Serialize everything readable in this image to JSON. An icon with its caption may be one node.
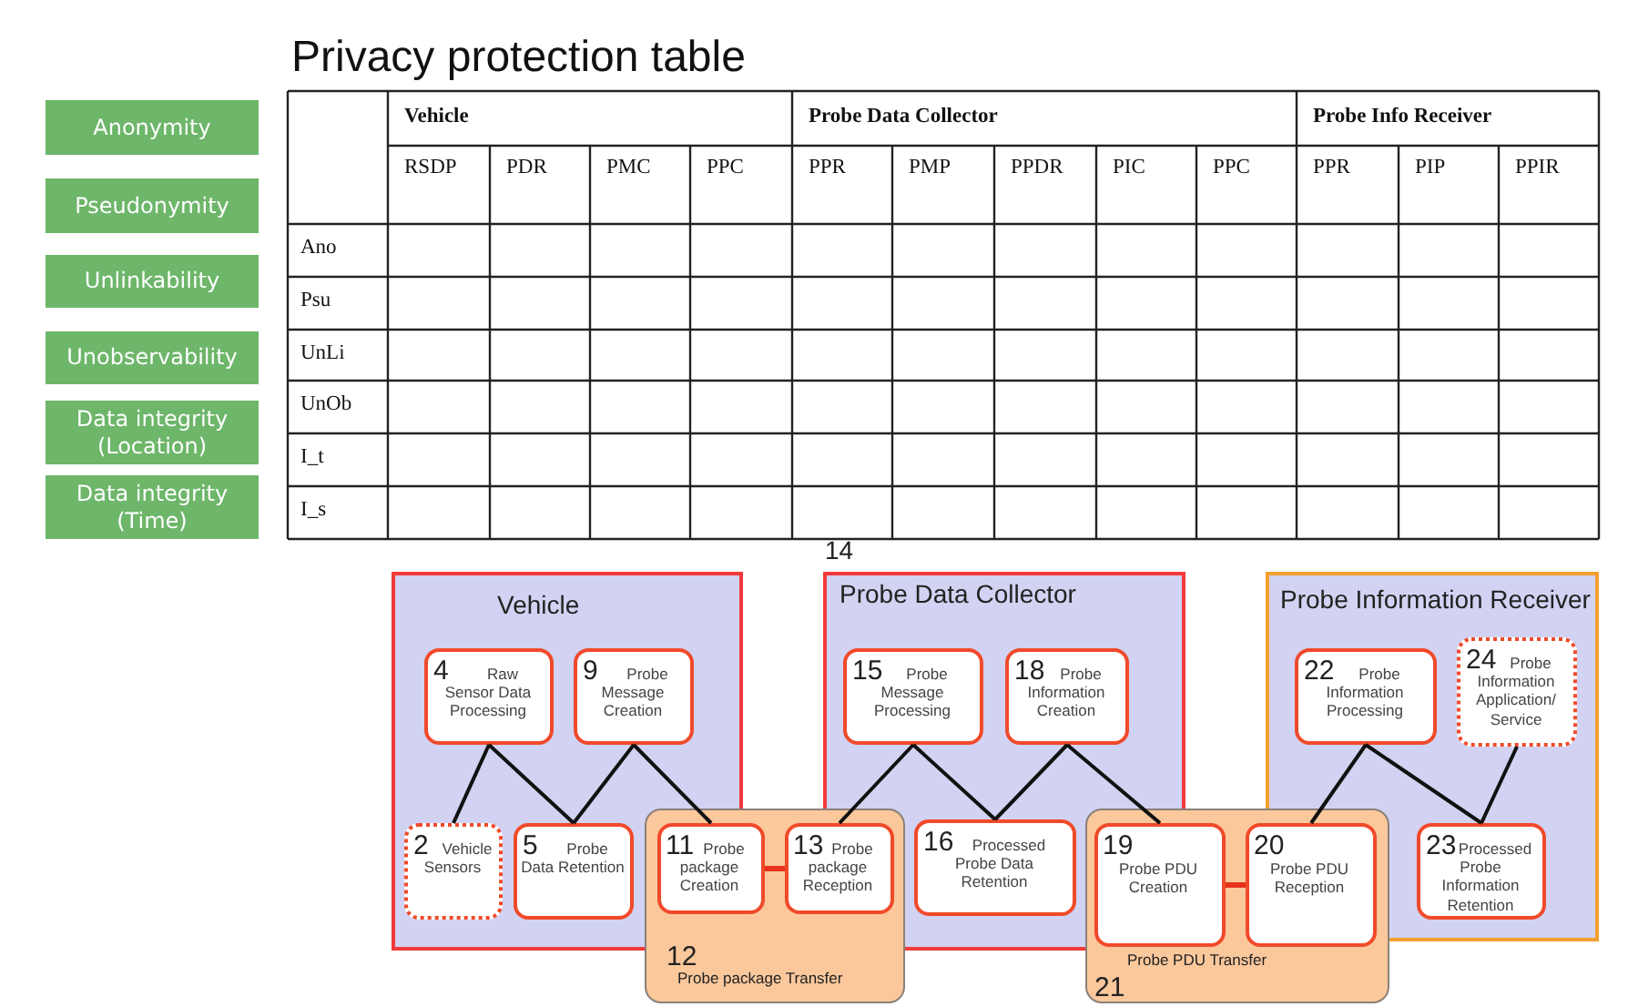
{
  "diagram": {
    "title": "Privacy protection table",
    "nodes": [
      {
        "text": [
          "Anonymity"
        ]
      },
      {
        "text": [
          "Pseudonymity"
        ]
      },
      {
        "text": [
          "Unlinkability"
        ]
      },
      {
        "text": [
          "Unobservability"
        ]
      },
      {
        "text": [
          "Data integrity (Location)"
        ]
      },
      {
        "text": [
          "Data integrity (Time)"
        ]
      },
      {
        "text": [
          "Vehicle"
        ]
      },
      {
        "text": [
          "4",
          "Raw Sensor Data Processing"
        ],
        "in": 6
      },
      {
        "text": [
          "9",
          "Probe Message Creation"
        ],
        "in": 6
      },
      {
        "text": [
          "2",
          "Vehicle Sensors"
        ],
        "in": 6
      },
      {
        "text": [
          "5",
          "Probe Data Retention"
        ],
        "in": 6
      },
      {
        "text": [
          "14",
          "Probe Data Collector"
        ]
      },
      {
        "text": [
          "15",
          "Probe Message Processing"
        ],
        "in": 11
      },
      {
        "text": [
          "18",
          "Probe Information Creation"
        ],
        "in": 11
      },
      {
        "text": [
          "16",
          "Processed Probe Data Retention"
        ],
        "in": 11
      },
      {
        "text": [
          "Probe Information Receiver"
        ]
      },
      {
        "text": [
          "22",
          "Probe Information Processing"
        ],
        "in": 15
      },
      {
        "text": [
          "24",
          "Probe Information Application/ Service"
        ],
        "in": 15
      },
      {
        "text": [
          "23",
          "Processed Probe Information Retention"
        ],
        "in": 15
      },
      {
        "text": [
          "12",
          "Probe package Transfer"
        ]
      },
      {
        "text": [
          "11",
          "Probe package Creation"
        ],
        "in": 19
      },
      {
        "text": [
          "13",
          "Probe package Reception"
        ],
        "in": 19
      },
      {
        "text": [
          "Probe PDU Transfer",
          "21"
        ]
      },
      {
        "text": [
          "19",
          "Probe PDU Creation"
        ],
        "in": 22
      },
      {
        "text": [
          "20",
          "Probe PDU Reception"
        ],
        "in": 22
      }
    ],
    "edges": [
      {
        "from": 7,
        "to": 9,
        "arrow": "none"
      },
      {
        "from": 7,
        "to": 10,
        "arrow": "none"
      },
      {
        "from": 8,
        "to": 10,
        "arrow": "none"
      },
      {
        "from": 8,
        "to": 20,
        "arrow": "none"
      },
      {
        "from": 20,
        "to": 21,
        "arrow": "none",
        "color": "#e8331c"
      },
      {
        "from": 12,
        "to": 21,
        "arrow": "none"
      },
      {
        "from": 12,
        "to": 14,
        "arrow": "none"
      },
      {
        "from": 13,
        "to": 14,
        "arrow": "none"
      },
      {
        "from": 13,
        "to": 23,
        "arrow": "none"
      },
      {
        "from": 23,
        "to": 24,
        "arrow": "none",
        "color": "#e8331c"
      },
      {
        "from": 16,
        "to": 24,
        "arrow": "none"
      },
      {
        "from": 16,
        "to": 18,
        "arrow": "none"
      },
      {
        "from": 17,
        "to": 18,
        "arrow": "none"
      }
    ],
    "labels": [
      "Vehicle",
      "Probe Data Collector",
      "Probe Info Receiver",
      "RSDP",
      "PDR",
      "PMC",
      "PPC",
      "PPR",
      "PMP",
      "PPDR",
      "PIC",
      "PPC",
      "PPR",
      "PIP",
      "PPIR",
      "Ano",
      "Psu",
      "UnLi",
      "UnOb",
      "I_t",
      "I_s"
    ]
  }
}
